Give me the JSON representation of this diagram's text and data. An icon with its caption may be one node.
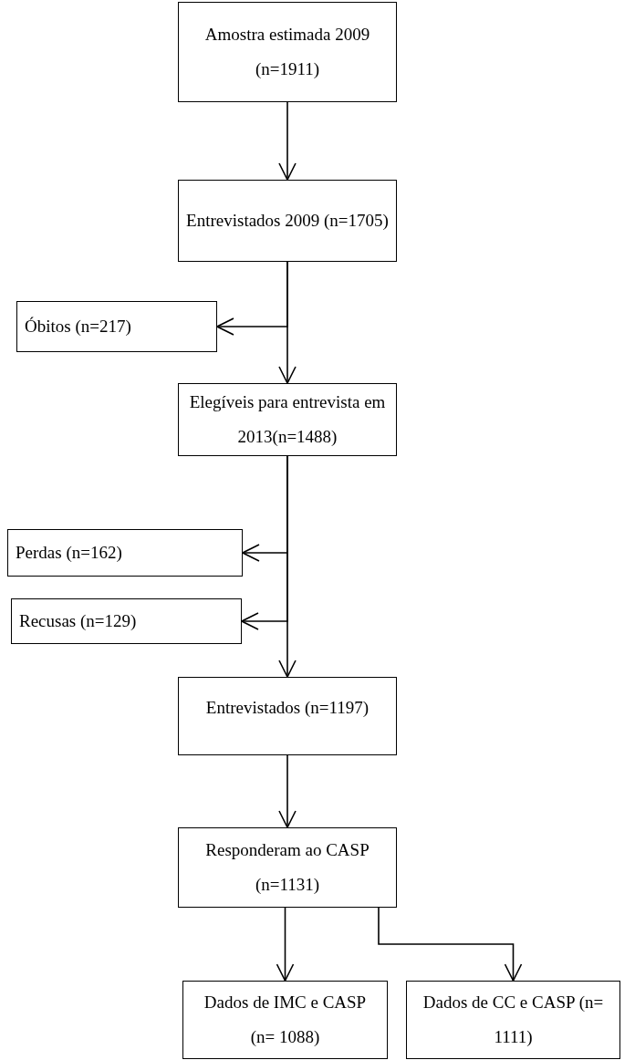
{
  "diagram": {
    "nodes": [
      {
        "text": [
          "Amostra estimada 2009 (n=1911)"
        ]
      },
      {
        "text": [
          "Entrevistados 2009 (n=1705)"
        ]
      },
      {
        "text": [
          "Óbitos (n=217)"
        ]
      },
      {
        "text": [
          "Elegíveis para entrevista em 2013(n=1488)"
        ]
      },
      {
        "text": [
          "Perdas (n=162)"
        ]
      },
      {
        "text": [
          "Recusas (n=129)"
        ]
      },
      {
        "text": [
          "Entrevistados (n=1197)"
        ]
      },
      {
        "text": [
          "Responderam ao CASP (n=1131)"
        ]
      },
      {
        "text": [
          "Dados de IMC e CASP (n= 1088)"
        ]
      },
      {
        "text": [
          "Dados de CC e CASP (n= 1111)"
        ]
      }
    ],
    "edges": [
      {
        "from": 0,
        "to": 1,
        "arrow": "to"
      },
      {
        "from": 1,
        "to": 2,
        "arrow": "to"
      },
      {
        "from": 1,
        "to": 3,
        "arrow": "to"
      },
      {
        "from": 3,
        "to": 4,
        "arrow": "to"
      },
      {
        "from": 3,
        "to": 5,
        "arrow": "to"
      },
      {
        "from": 3,
        "to": 6,
        "arrow": "to"
      },
      {
        "from": 6,
        "to": 7,
        "arrow": "to"
      },
      {
        "from": 7,
        "to": 8,
        "arrow": "to"
      },
      {
        "from": 7,
        "to": 9,
        "arrow": "to"
      }
    ]
  }
}
